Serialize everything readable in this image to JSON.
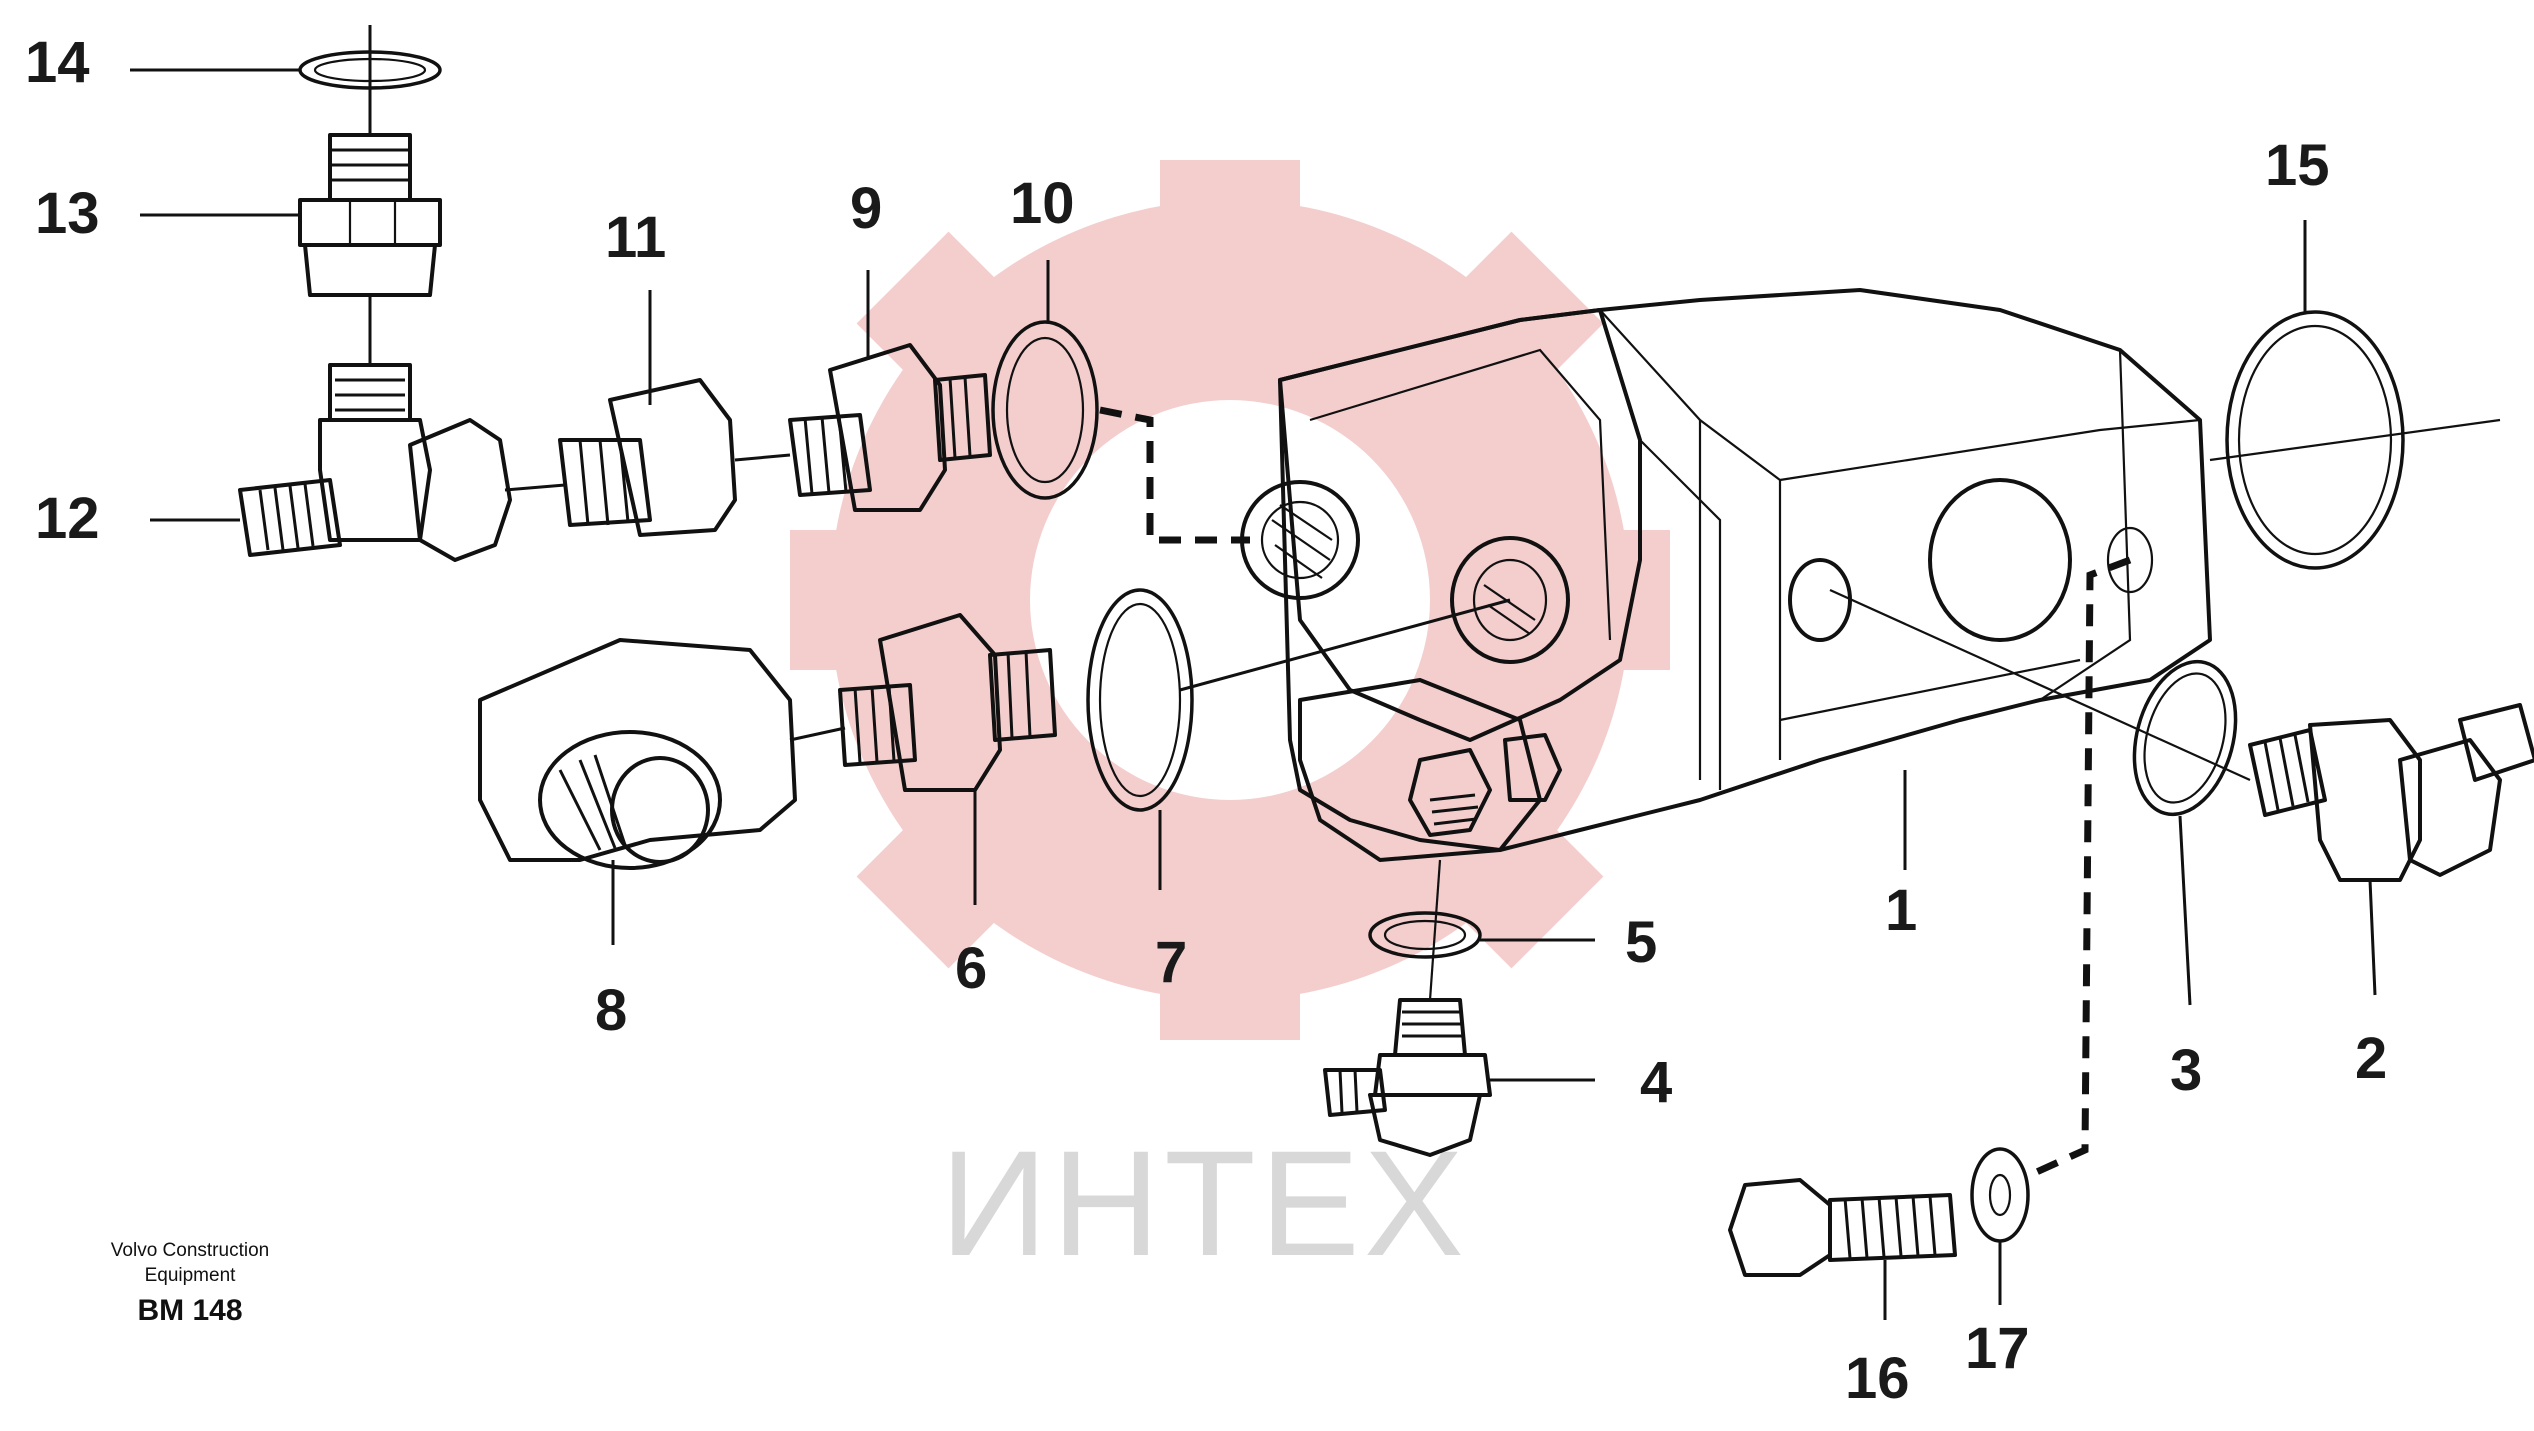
{
  "callouts": [
    {
      "n": "14"
    },
    {
      "n": "13"
    },
    {
      "n": "12"
    },
    {
      "n": "11"
    },
    {
      "n": "9"
    },
    {
      "n": "10"
    },
    {
      "n": "15"
    },
    {
      "n": "8"
    },
    {
      "n": "6"
    },
    {
      "n": "7"
    },
    {
      "n": "5"
    },
    {
      "n": "1"
    },
    {
      "n": "4"
    },
    {
      "n": "3"
    },
    {
      "n": "2"
    },
    {
      "n": "16"
    },
    {
      "n": "17"
    }
  ],
  "footer": {
    "line1": "Volvo Construction",
    "line2": "Equipment",
    "code": "BM 148"
  },
  "watermark": {
    "text": "ИНТЕХ",
    "gear_color": "#f3c8c8",
    "text_color": "#d8d8d8"
  }
}
